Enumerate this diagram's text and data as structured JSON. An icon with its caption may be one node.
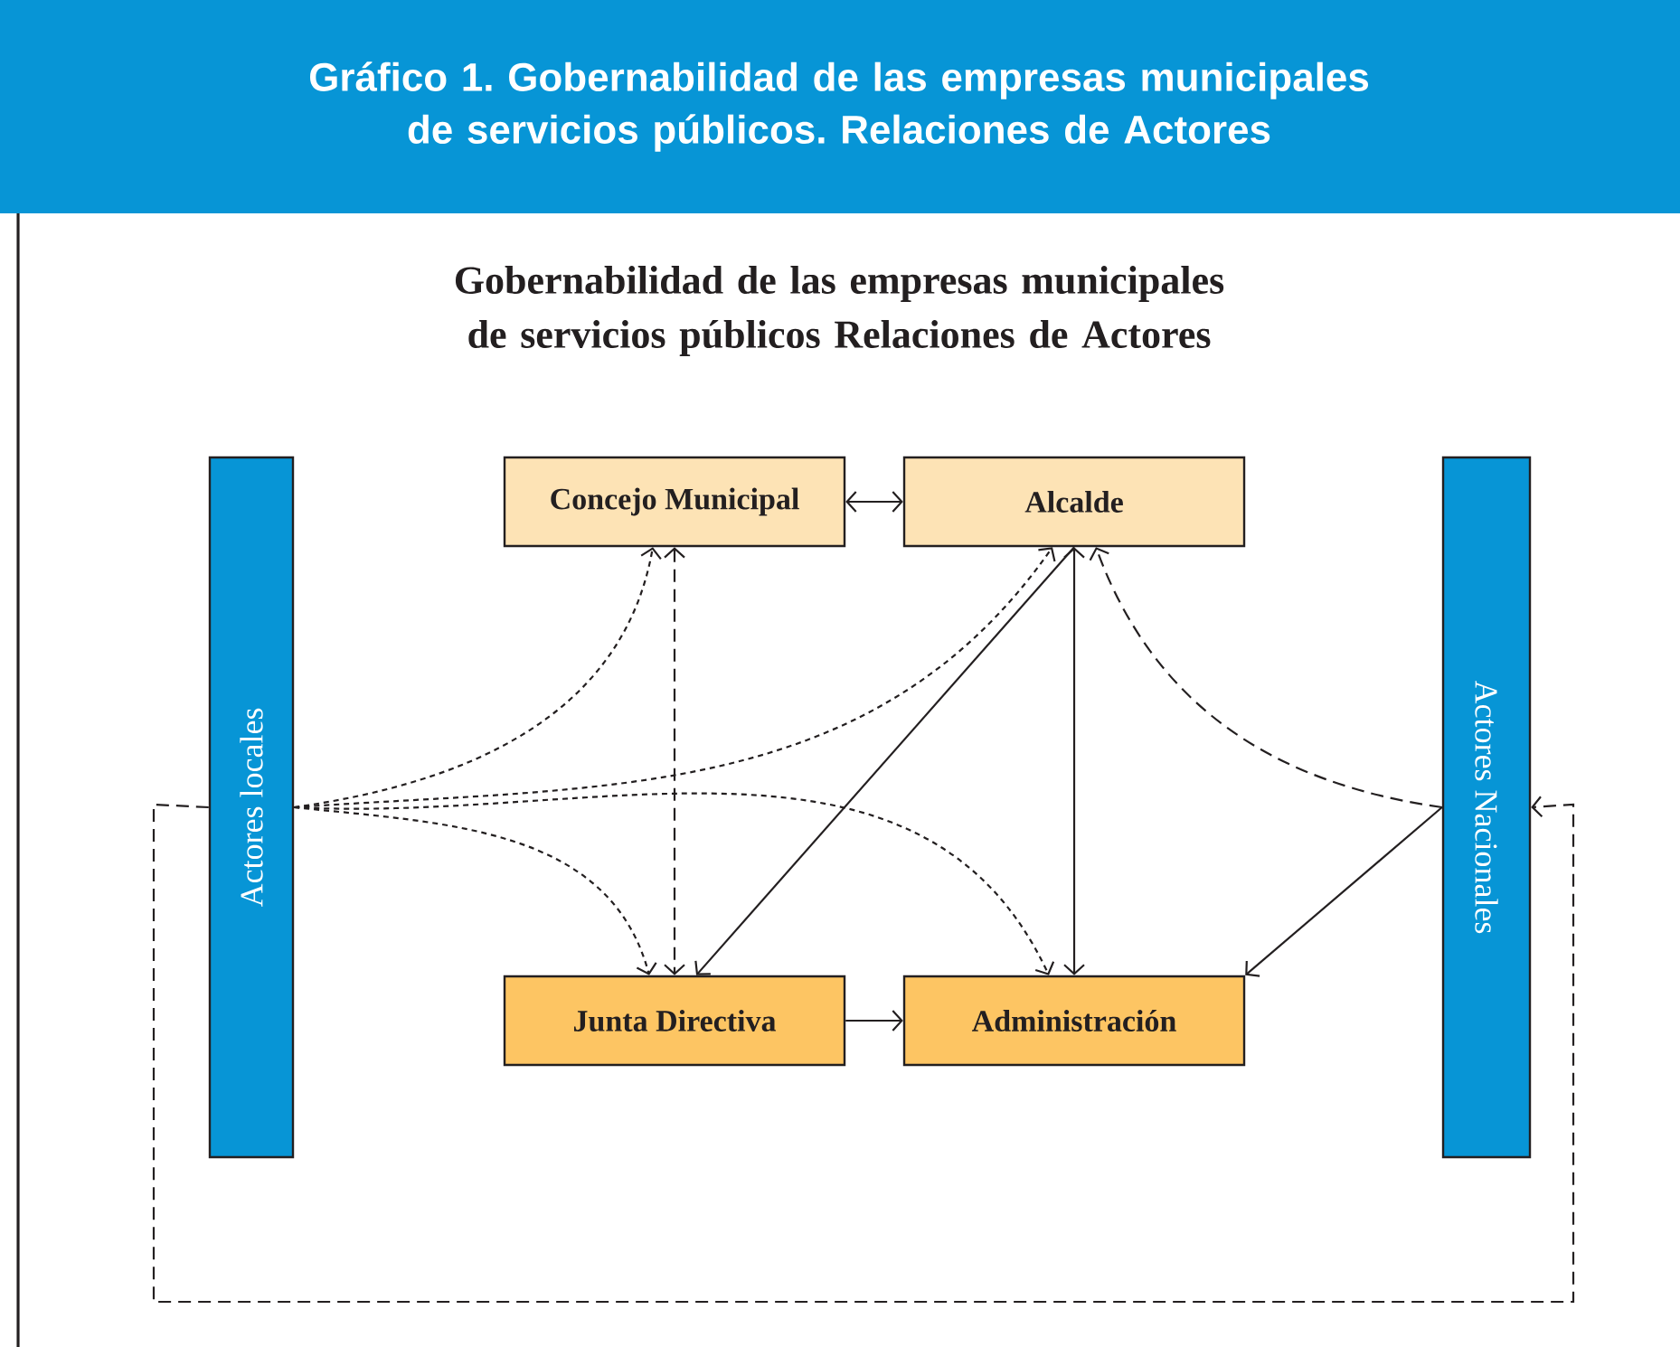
{
  "diagram": {
    "title": "Gráfico 1. Gobernabilidad de las empresas municipales de servicios públicos. Relaciones de Actores",
    "nodes": [
      {
        "text": [
          "Actores locales"
        ]
      },
      {
        "text": [
          "Concejo Municipal"
        ]
      },
      {
        "text": [
          "Alcalde"
        ]
      },
      {
        "text": [
          "Junta Directiva"
        ]
      },
      {
        "text": [
          "Administración"
        ]
      },
      {
        "text": [
          "Actores Nacionales"
        ]
      }
    ],
    "edges": [
      {
        "from": 1,
        "to": 2,
        "arrow": "both"
      },
      {
        "from": 1,
        "to": 3,
        "arrow": "both",
        "style": "dashed"
      },
      {
        "from": 0,
        "to": 1,
        "arrow": "to",
        "style": "dashed"
      },
      {
        "from": 0,
        "to": 2,
        "arrow": "to",
        "style": "dashed"
      },
      {
        "from": 0,
        "to": 3,
        "arrow": "to",
        "style": "dashed"
      },
      {
        "from": 0,
        "to": 4,
        "arrow": "to",
        "style": "dashed"
      },
      {
        "from": 2,
        "to": 3,
        "arrow": "to"
      },
      {
        "from": 2,
        "to": 4,
        "arrow": "both"
      },
      {
        "from": 3,
        "to": 4,
        "arrow": "to"
      },
      {
        "from": 5,
        "to": 2,
        "arrow": "to",
        "style": "dashed"
      },
      {
        "from": 5,
        "to": 4,
        "arrow": "to"
      },
      {
        "from": 0,
        "to": 5,
        "arrow": "to",
        "style": "dashed"
      }
    ],
    "labels": [
      "Gobernabilidad de las empresas municipales de servicios públicos Relaciones de Actores"
    ]
  }
}
